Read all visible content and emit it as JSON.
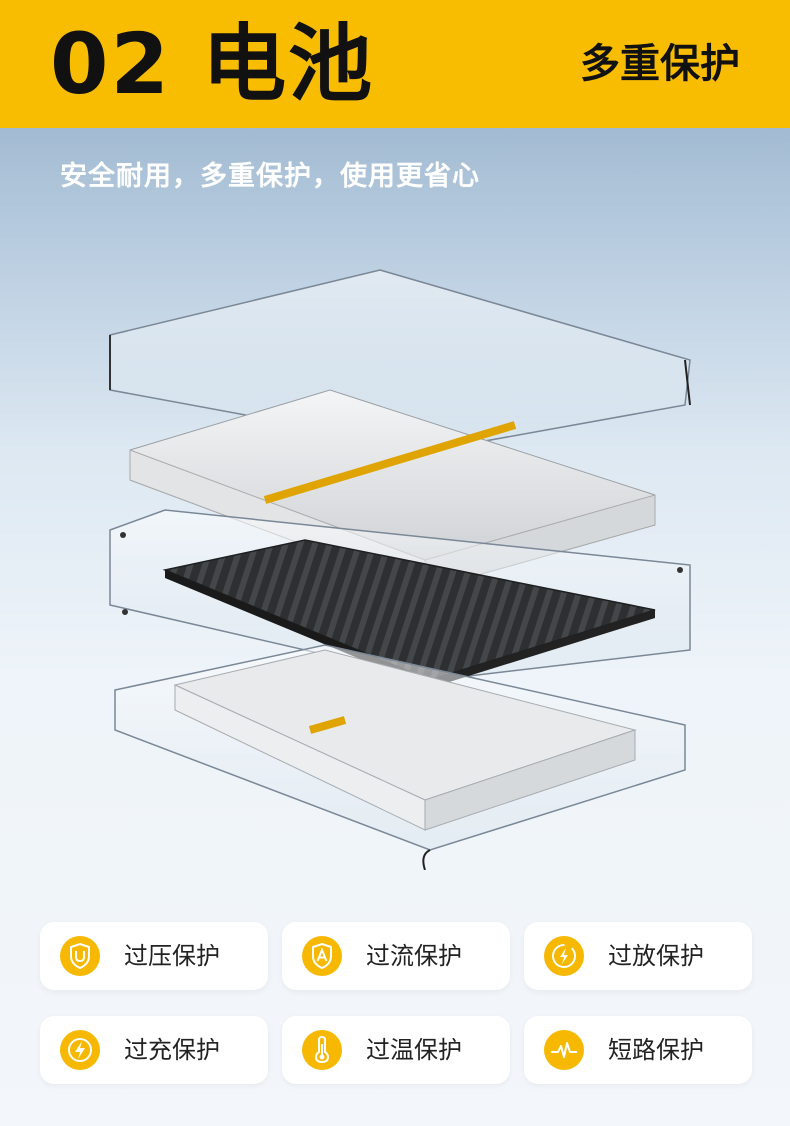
{
  "header": {
    "title": "02 电池",
    "subtitle": "多重保护"
  },
  "tagline": "安全耐用，多重保护，使用更省心",
  "colors": {
    "accent": "#f8bd00",
    "icon_bg": "#f6b800"
  },
  "features": [
    {
      "label": "过压保护",
      "icon": "shield-u-icon"
    },
    {
      "label": "过流保护",
      "icon": "shield-a-icon"
    },
    {
      "label": "过放保护",
      "icon": "lightning-circle-icon"
    },
    {
      "label": "过充保护",
      "icon": "lightning-bolt-icon"
    },
    {
      "label": "过温保护",
      "icon": "thermometer-icon"
    },
    {
      "label": "短路保护",
      "icon": "pulse-bolt-icon"
    }
  ]
}
